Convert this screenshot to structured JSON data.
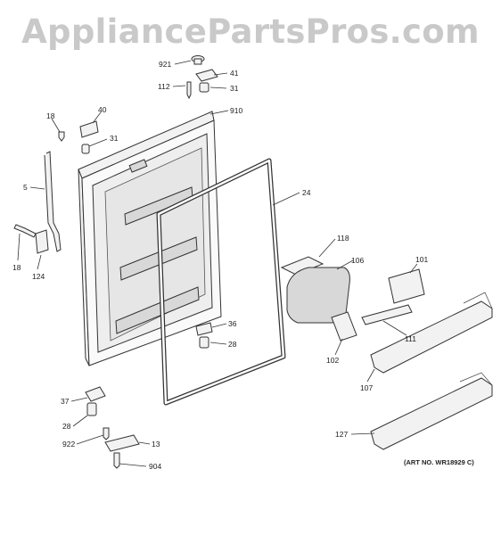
{
  "watermark": "AppliancePartsPros.com",
  "art_number": "(ART NO. WR18929 C)",
  "callouts": {
    "c921": "921",
    "c41": "41",
    "c112": "112",
    "c31a": "31",
    "c910": "910",
    "c18a": "18",
    "c40": "40",
    "c31b": "31",
    "c5": "5",
    "c24": "24",
    "c18b": "18",
    "c124": "124",
    "c118": "118",
    "c106": "106",
    "c101": "101",
    "c36": "36",
    "c28a": "28",
    "c102": "102",
    "c111": "111",
    "c107": "107",
    "c37": "37",
    "c28b": "28",
    "c922": "922",
    "c13": "13",
    "c904": "904",
    "c127": "127"
  }
}
